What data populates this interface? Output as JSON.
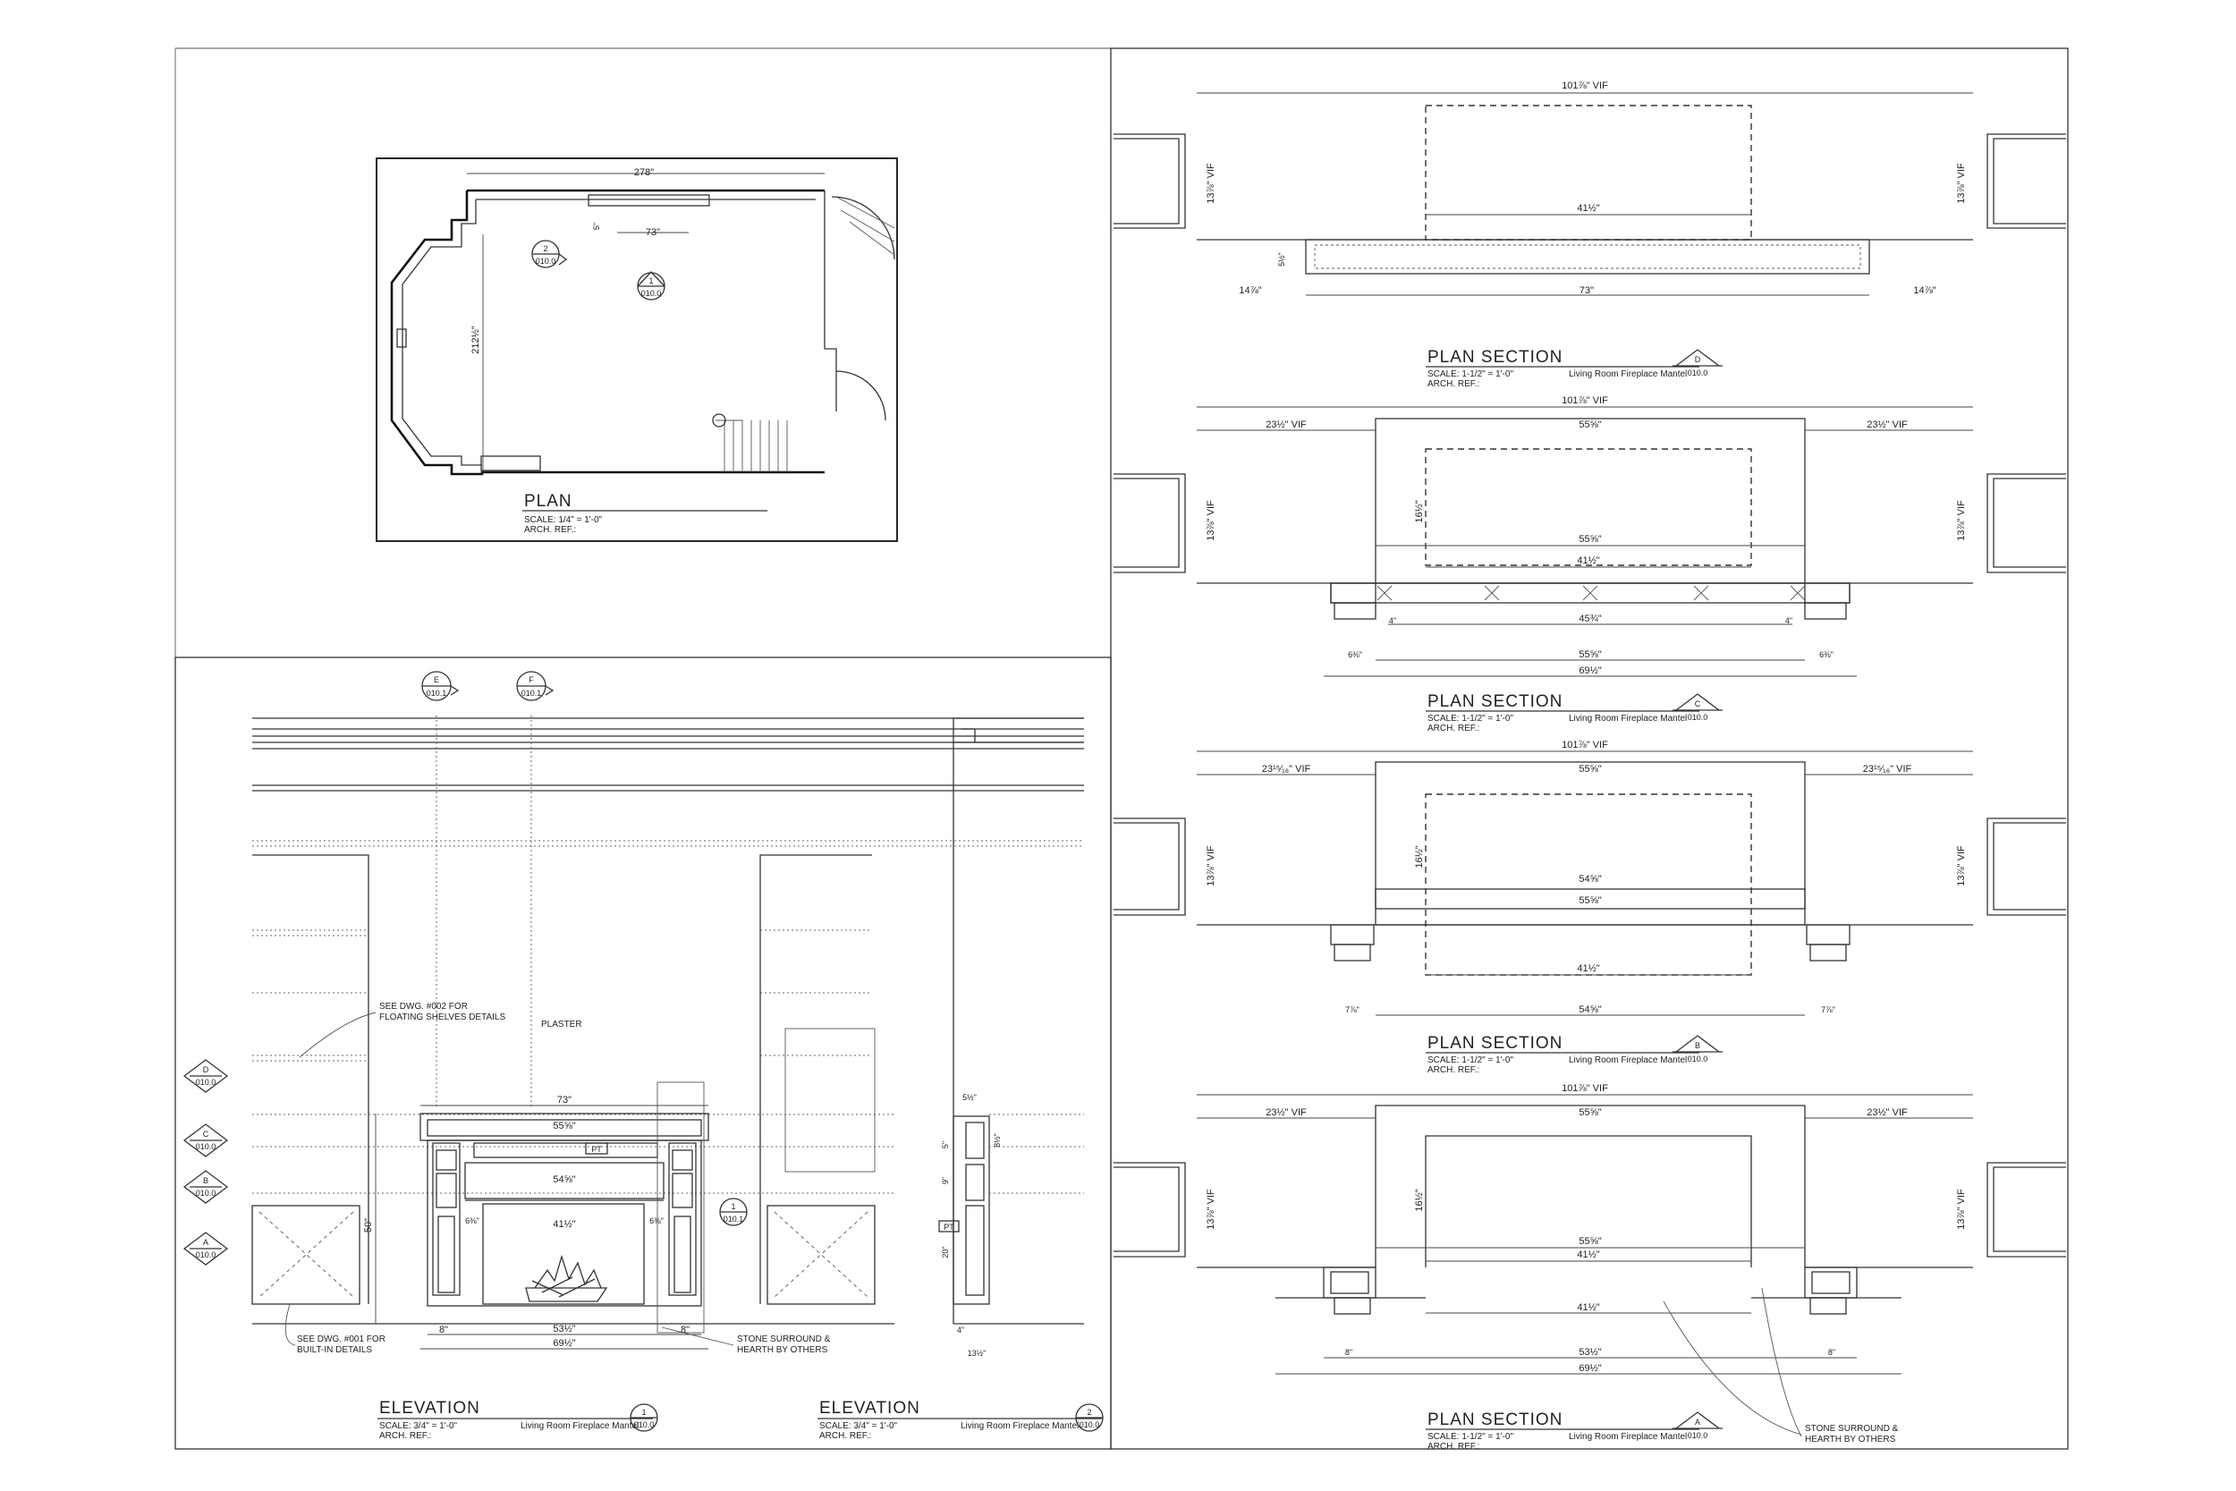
{
  "plan": {
    "title": "PLAN",
    "scale": "SCALE: 1/4\" = 1'-0\"",
    "ref": "ARCH. REF.:",
    "dims": {
      "width": "278\"",
      "mantel": "73\"",
      "depth": "212½\"",
      "small": "5\""
    },
    "tags": [
      {
        "num": "2",
        "sheet": "010.0"
      },
      {
        "num": "1",
        "sheet": "010.0"
      }
    ]
  },
  "elevation1": {
    "title": "ELEVATION",
    "scale": "SCALE: 3/4\" = 1'-0\"",
    "ref": "ARCH. REF.:",
    "project": "Living Room Fireplace Mantel",
    "tag": {
      "num": "1",
      "sheet": "010.0"
    },
    "top_tags": [
      {
        "num": "E",
        "sheet": "010.1"
      },
      {
        "num": "F",
        "sheet": "010.1"
      }
    ],
    "side_tags": [
      {
        "num": "D",
        "sheet": "010.0"
      },
      {
        "num": "C",
        "sheet": "010.0"
      },
      {
        "num": "B",
        "sheet": "010.0"
      },
      {
        "num": "A",
        "sheet": "010.0"
      }
    ],
    "notes": {
      "plaster": "PLASTER",
      "shelves1": "SEE DWG. #002 FOR",
      "shelves2": "FLOATING SHELVES DETAILS",
      "builtin1": "SEE DWG. #001 FOR",
      "builtin2": "BUILT-IN DETAILS",
      "stone1": "STONE SURROUND &",
      "stone2": "HEARTH BY OTHERS",
      "pt": "PT",
      "ptag": "1",
      "psheet": "010.1"
    },
    "dims": {
      "overall": "73\"",
      "top": "55⅝\"",
      "mid": "54⅝\"",
      "opening": "41½\"",
      "bottom": "53½\"",
      "base": "69½\"",
      "height": "50\"",
      "left": "8\"",
      "right": "8\"",
      "pier": "6⅜\"",
      "pier2": "6⅜\""
    }
  },
  "elevation2": {
    "title": "ELEVATION",
    "scale": "SCALE: 3/4\" = 1'-0\"",
    "ref": "ARCH. REF.:",
    "project": "Living Room Fireplace Mantel",
    "tag": {
      "num": "2",
      "sheet": "010.0"
    },
    "dims": {
      "a": "5½\"",
      "b": "5\"",
      "c": "8½\"",
      "d": "9\"",
      "e": "20\"",
      "f": "4\"",
      "g": "13½\"",
      "pt": "PT"
    }
  },
  "sections": [
    {
      "title": "PLAN SECTION",
      "scale": "SCALE: 1-1/2\" = 1'-0\"",
      "ref": "ARCH. REF.:",
      "project": "Living Room Fireplace Mantel",
      "tag": {
        "num": "D",
        "sheet": "010.0"
      },
      "dims": {
        "overall": "101⅞\" VIF",
        "inner": "41½\"",
        "base": "73\"",
        "left": "14⅞\"",
        "right": "14⅞\"",
        "side": "13⅞\" VIF",
        "small": "5½\""
      }
    },
    {
      "title": "PLAN SECTION",
      "scale": "SCALE: 1-1/2\" = 1'-0\"",
      "ref": "ARCH. REF.:",
      "project": "Living Room Fireplace Mantel",
      "tag": {
        "num": "C",
        "sheet": "010.0"
      },
      "dims": {
        "overall": "101⅞\" VIF",
        "left": "23½\" VIF",
        "right": "23½\" VIF",
        "top": "55⅝\"",
        "mid": "55⅝\"",
        "inner": "41½\"",
        "low": "45¾\"",
        "b1": "55⅝\"",
        "b2": "69½\"",
        "side": "13⅞\" VIF",
        "h": "16½\"",
        "p": "6⅜\"",
        "q": "4\""
      }
    },
    {
      "title": "PLAN SECTION",
      "scale": "SCALE: 1-1/2\" = 1'-0\"",
      "ref": "ARCH. REF.:",
      "project": "Living Room Fireplace Mantel",
      "tag": {
        "num": "B",
        "sheet": "010.0"
      },
      "dims": {
        "overall": "101⅞\" VIF",
        "left": "23¹⁵⁄₁₆\" VIF",
        "right": "23¹⁵⁄₁₆\" VIF",
        "top": "55⅝\"",
        "mid": "54⅝\"",
        "mid2": "55⅝\"",
        "inner": "41½\"",
        "base": "54⅝\"",
        "side": "13⅞\" VIF",
        "h": "16½\"",
        "p": "7⅞\"",
        "q": "7⅞\""
      }
    },
    {
      "title": "PLAN SECTION",
      "scale": "SCALE: 1-1/2\" = 1'-0\"",
      "ref": "ARCH. REF.:",
      "project": "Living Room Fireplace Mantel",
      "tag": {
        "num": "A",
        "sheet": "010.0"
      },
      "dims": {
        "overall": "101⅞\" VIF",
        "left": "23½\" VIF",
        "right": "23½\" VIF",
        "top": "55⅝\"",
        "mid": "55⅝\"",
        "inner": "41½\"",
        "low": "41½\"",
        "b1": "53½\"",
        "b2": "69½\"",
        "side": "13⅞\" VIF",
        "h": "16½\"",
        "p": "8\"",
        "q": "8\""
      },
      "note1": "STONE SURROUND &",
      "note2": "HEARTH BY OTHERS"
    }
  ]
}
